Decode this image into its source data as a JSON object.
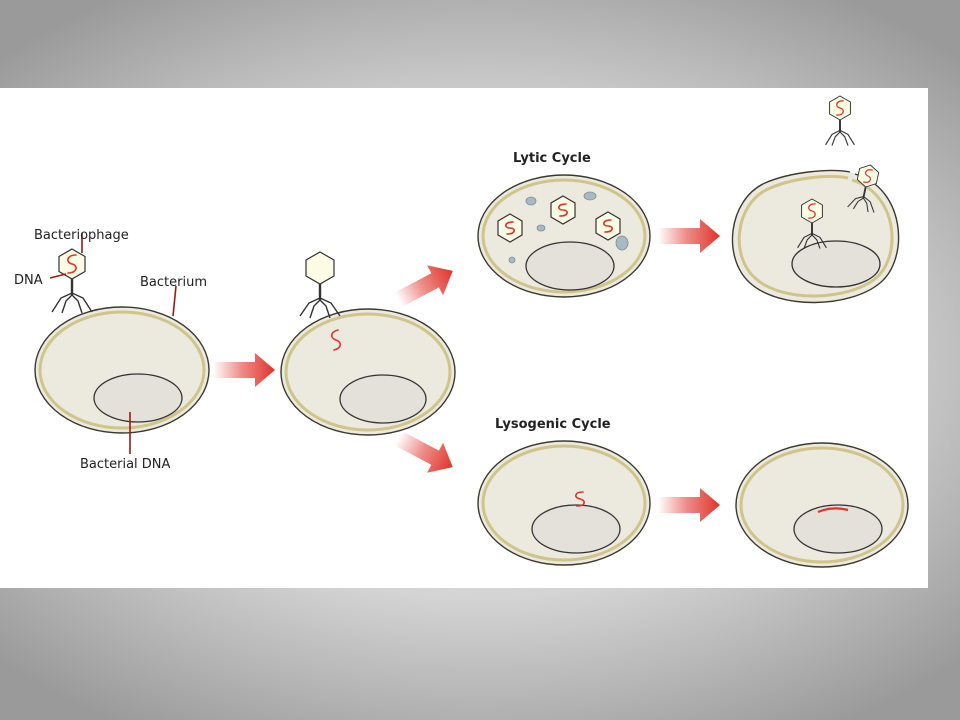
{
  "labels": {
    "bacteriophage": "Bacteriophage",
    "dna": "DNA",
    "bacterium": "Bacterium",
    "bacterial_dna": "Bacterial DNA",
    "lytic_cycle": "Lytic Cycle",
    "lysogenic_cycle": "Lysogenic Cycle"
  },
  "colors": {
    "arrow": "#e0332a",
    "dna": "#e0332a",
    "cell_wall_inner": "#cfc48a",
    "cytoplasm": "#ece9df",
    "background_frame": "#9a9a9a"
  }
}
